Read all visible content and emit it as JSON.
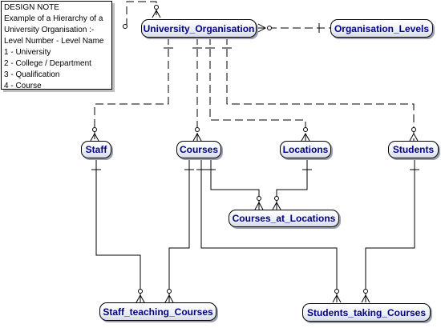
{
  "design_note": {
    "lines": [
      "DESIGN NOTE",
      "Example of a Hierarchy of a",
      "University Organisation :-",
      "Level Number - Level Name",
      "1 - University",
      "2 - College / Department",
      "3 - Qualification",
      "4 - Course"
    ]
  },
  "entities": {
    "university_organisation": "University_Organisation",
    "organisation_levels": "Organisation_Levels",
    "staff": "Staff",
    "courses": "Courses",
    "locations": "Locations",
    "students": "Students",
    "courses_at_locations": "Courses_at_Locations",
    "staff_teaching_courses": "Staff_teaching_Courses",
    "students_taking_courses": "Students_taking_Courses"
  },
  "colors": {
    "entity_text": "#000080",
    "line": "#000000"
  }
}
